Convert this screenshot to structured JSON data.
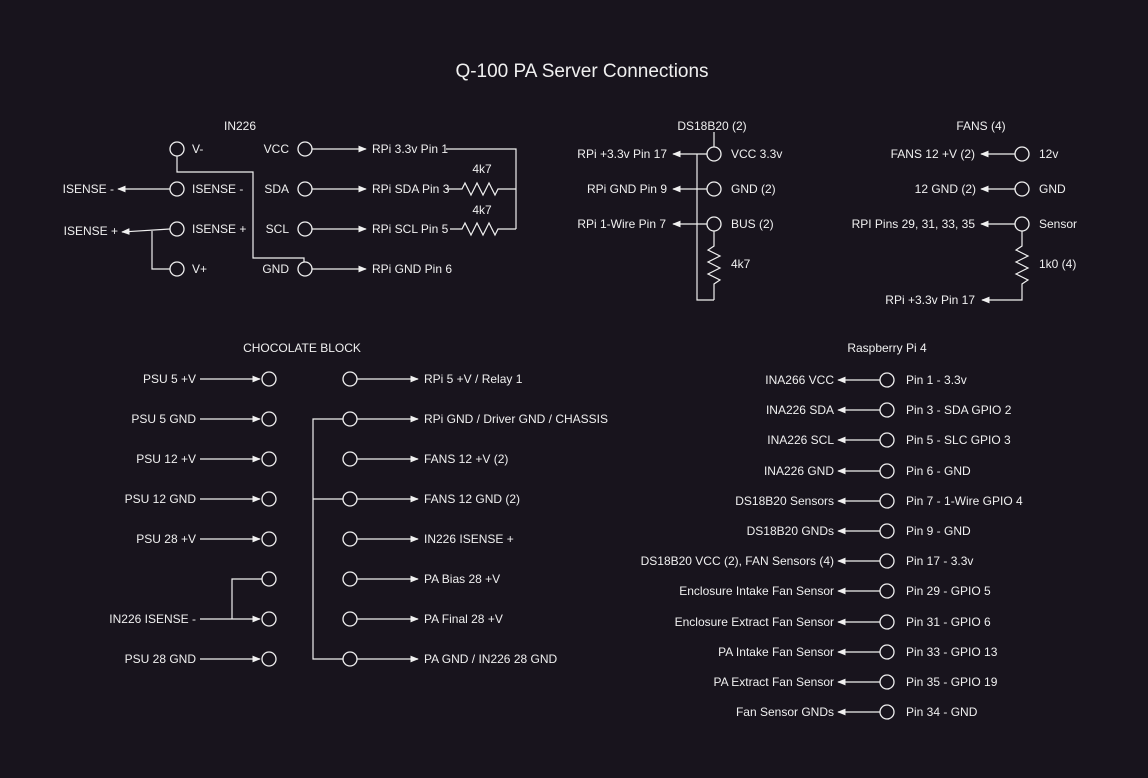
{
  "title": "Q-100 PA Server Connections",
  "colors": {
    "background": "#18141d",
    "foreground": "#f0f0f0"
  },
  "in226": {
    "label": "IN226",
    "v_minus": "V-",
    "vcc": "VCC",
    "isense_minus_pin": "ISENSE -",
    "sda": "SDA",
    "isense_plus_pin": "ISENSE +",
    "scl": "SCL",
    "v_plus": "V+",
    "gnd": "GND",
    "isense_minus_ext": "ISENSE -",
    "isense_plus_ext": "ISENSE +",
    "rpi_pin1": "RPi 3.3v Pin 1",
    "rpi_pin3": "RPi SDA Pin 3",
    "rpi_pin5": "RPi SCL Pin 5",
    "rpi_pin6": "RPi GND Pin 6",
    "r1": "4k7",
    "r2": "4k7"
  },
  "ds18b20": {
    "label": "DS18B20 (2)",
    "vcc": "VCC 3.3v",
    "gnd": "GND (2)",
    "bus": "BUS (2)",
    "rpi_vcc": "RPi +3.3v Pin 17",
    "rpi_gnd": "RPi GND Pin 9",
    "rpi_bus": "RPi 1-Wire Pin 7",
    "resistor": "4k7"
  },
  "fans": {
    "label": "FANS (4)",
    "v12": "12v",
    "gnd": "GND",
    "sensor": "Sensor",
    "out_v12": "FANS 12 +V (2)",
    "out_gnd": "12 GND (2)",
    "out_sensor": "RPI Pins 29, 31, 33, 35",
    "resistor": "1k0 (4)",
    "pullup": "RPi +3.3v Pin 17"
  },
  "choc": {
    "label": "CHOCOLATE BLOCK",
    "inputs": [
      "PSU 5 +V",
      "PSU 5 GND",
      "PSU 12 +V",
      "PSU 12 GND",
      "PSU 28 +V",
      "",
      "IN226 ISENSE -",
      "PSU 28 GND"
    ],
    "outputs": [
      "RPi 5 +V / Relay 1",
      "RPi GND / Driver GND / CHASSIS",
      "FANS 12 +V (2)",
      "FANS 12 GND (2)",
      "IN226 ISENSE +",
      "PA Bias 28 +V",
      "PA Final 28 +V",
      "PA GND / IN226 28 GND"
    ]
  },
  "rpi4": {
    "label": "Raspberry Pi 4",
    "pins": [
      {
        "pin": "Pin 1 - 3.3v",
        "dest": "INA266 VCC"
      },
      {
        "pin": "Pin 3 - SDA GPIO 2",
        "dest": "INA226 SDA"
      },
      {
        "pin": "Pin 5 - SLC GPIO 3",
        "dest": "INA226 SCL"
      },
      {
        "pin": "Pin 6 - GND",
        "dest": "INA226 GND"
      },
      {
        "pin": "Pin 7 - 1-Wire GPIO 4",
        "dest": "DS18B20 Sensors"
      },
      {
        "pin": "Pin 9 - GND",
        "dest": "DS18B20 GNDs"
      },
      {
        "pin": "Pin 17 - 3.3v",
        "dest": "DS18B20 VCC (2), FAN Sensors (4)"
      },
      {
        "pin": "Pin 29 - GPIO 5",
        "dest": "Enclosure Intake Fan Sensor"
      },
      {
        "pin": "Pin 31 - GPIO 6",
        "dest": "Enclosure Extract Fan Sensor"
      },
      {
        "pin": "Pin 33 - GPIO 13",
        "dest": "PA Intake Fan Sensor"
      },
      {
        "pin": "Pin 35 - GPIO 19",
        "dest": "PA Extract Fan Sensor"
      },
      {
        "pin": "Pin 34 - GND",
        "dest": "Fan Sensor GNDs"
      }
    ]
  }
}
